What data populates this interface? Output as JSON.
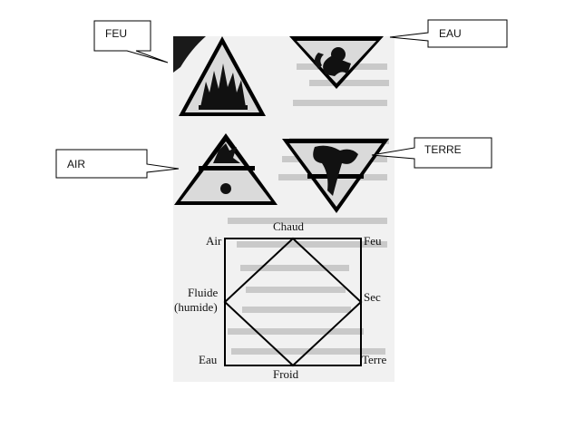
{
  "callouts": {
    "feu": "FEU",
    "eau": "EAU",
    "air": "AIR",
    "terre": "TERRE"
  },
  "square": {
    "top": "Chaud",
    "top_left": "Air",
    "top_right": "Feu",
    "left_line1": "Fluide",
    "left_line2": "(humide)",
    "right": "Sec",
    "bottom_left": "Eau",
    "bottom_right": "Terre",
    "bottom": "Froid"
  },
  "colors": {
    "outline": "#000000",
    "paper": "#f1f1f1",
    "triangle_fill": "#dadada",
    "ink": "#111111"
  }
}
